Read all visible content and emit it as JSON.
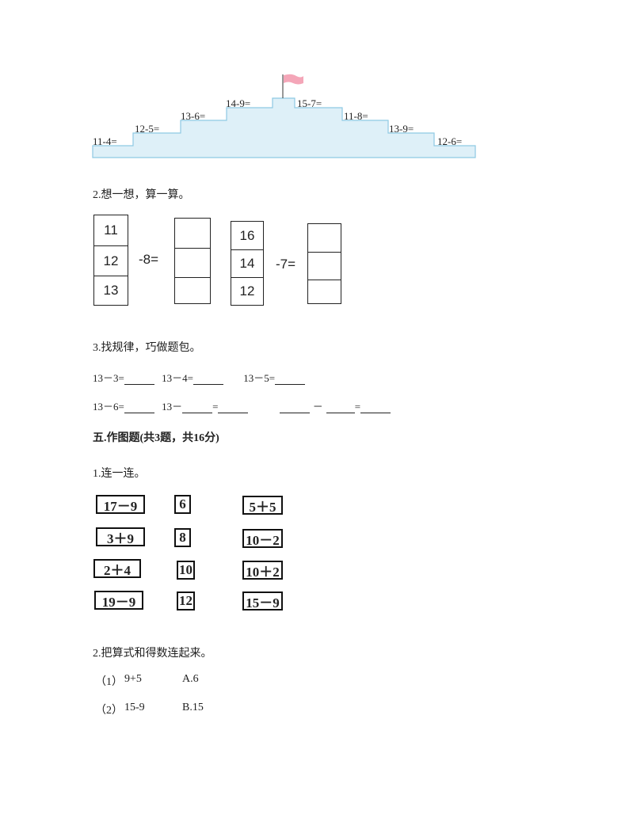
{
  "mountain": {
    "steps": [
      "11-4=",
      "12-5=",
      "13-6=",
      "14-9=",
      "15-7=",
      "11-8=",
      "13-9=",
      "12-6="
    ],
    "colors": {
      "fill": "#def0f8",
      "stroke": "#8ec9e3",
      "flag": "#f4a6b8"
    }
  },
  "q2": {
    "title": "2.想一想，算一算。",
    "left_column": [
      "11",
      "12",
      "13"
    ],
    "left_op": "-8=",
    "right_column": [
      "16",
      "14",
      "12"
    ],
    "right_op": "-7="
  },
  "q3": {
    "title": "3.找规律，巧做题包。",
    "row1": [
      "13－3=",
      "13－4=",
      "13－5="
    ],
    "row2": [
      "13－6=",
      "13－",
      "=",
      "－",
      "="
    ]
  },
  "section5": {
    "title": "五.作图题(共3题，共16分)"
  },
  "q51": {
    "title": "1.连一连。",
    "left": [
      "17－9",
      "3＋9",
      "2＋4",
      "19－9"
    ],
    "middle": [
      "6",
      "8",
      "10",
      "12"
    ],
    "right": [
      "5＋5",
      "10－2",
      "10＋2",
      "15－9"
    ]
  },
  "q52": {
    "title": "2.把算式和得数连起来。",
    "rows": [
      {
        "num": "（1）",
        "expr": "9+5",
        "ans": "A.6"
      },
      {
        "num": "（2）",
        "expr": "15-9",
        "ans": "B.15"
      }
    ]
  }
}
